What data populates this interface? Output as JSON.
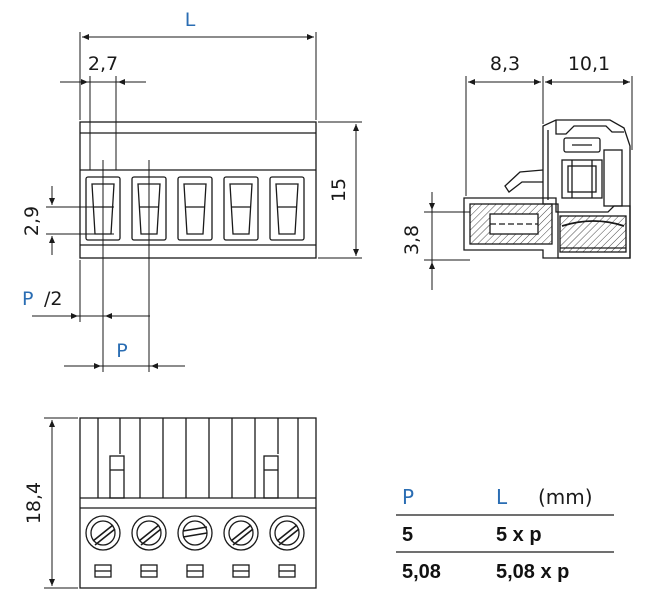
{
  "dimensions": {
    "length": "L",
    "contact_width": "2,7",
    "window_height": "2,9",
    "height": "15",
    "half_pitch": "P",
    "half_pitch_suffix": "/2",
    "pitch": "P",
    "side_depth_front": "8,3",
    "side_depth_rear": "10,1",
    "pin_height": "3,8",
    "total_height": "18,4"
  },
  "table": {
    "header_p": "P",
    "header_l": "L",
    "unit": "(mm)",
    "rows": [
      {
        "p": "5",
        "l": "5 x p"
      },
      {
        "p": "5,08",
        "l": "5,08 x p"
      }
    ]
  },
  "colors": {
    "line": "#1a1a1a",
    "accent": "#2a6db3"
  }
}
